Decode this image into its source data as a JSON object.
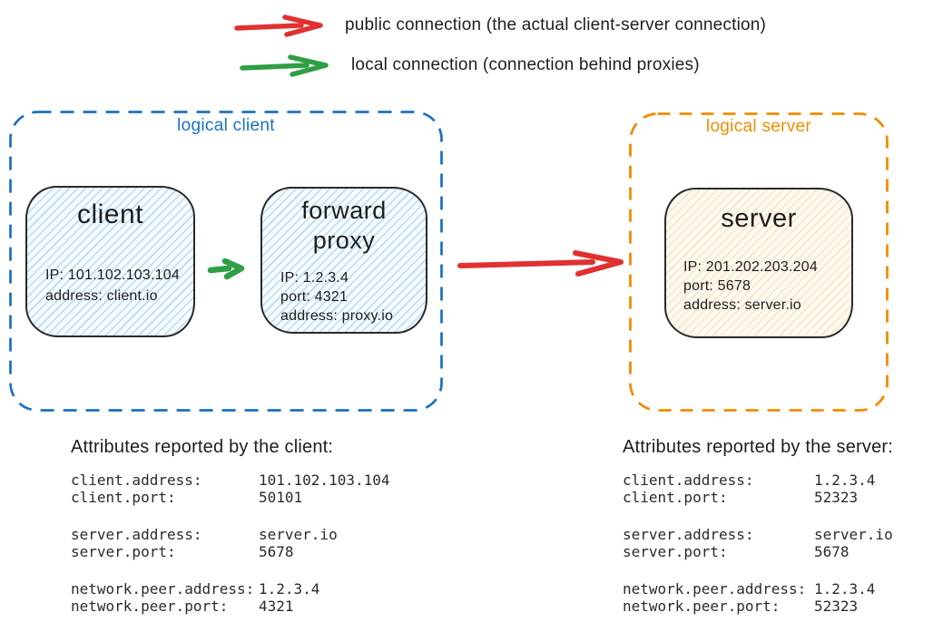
{
  "legend": {
    "public_label": "public connection (the actual client-server connection)",
    "local_label": "local connection (connection behind proxies)"
  },
  "colors": {
    "public_connection_red": "#e03131",
    "local_connection_green": "#2f9e44",
    "logical_client_blue": "#1971c2",
    "logical_server_orange": "#f08c00",
    "ink": "#1e1e1e"
  },
  "logical_client": {
    "label": "logical client",
    "client_node": {
      "title": "client",
      "line1": "IP: 101.102.103.104",
      "line2": "address: client.io"
    },
    "proxy_node": {
      "title": "forward\nproxy",
      "line1": "IP: 1.2.3.4",
      "line2": "port: 4321",
      "line3": "address: proxy.io"
    }
  },
  "logical_server": {
    "label": "logical server",
    "server_node": {
      "title": "server",
      "line1": "IP: 201.202.203.204",
      "line2": "port: 5678",
      "line3": "address: server.io"
    }
  },
  "client_attrs": {
    "title": "Attributes reported by the client:",
    "rows": [
      {
        "key": "client.address:",
        "value": "101.102.103.104"
      },
      {
        "key": "client.port:",
        "value": "50101"
      },
      {
        "key": "server.address:",
        "value": "server.io"
      },
      {
        "key": "server.port:",
        "value": "5678"
      },
      {
        "key": "network.peer.address:",
        "value": "1.2.3.4"
      },
      {
        "key": "network.peer.port:",
        "value": "4321"
      }
    ]
  },
  "server_attrs": {
    "title": "Attributes reported by the server:",
    "rows": [
      {
        "key": "client.address:",
        "value": "1.2.3.4"
      },
      {
        "key": "client.port:",
        "value": "52323"
      },
      {
        "key": "server.address:",
        "value": "server.io"
      },
      {
        "key": "server.port:",
        "value": "5678"
      },
      {
        "key": "network.peer.address:",
        "value": "1.2.3.4"
      },
      {
        "key": "network.peer.port:",
        "value": "52323"
      }
    ]
  }
}
